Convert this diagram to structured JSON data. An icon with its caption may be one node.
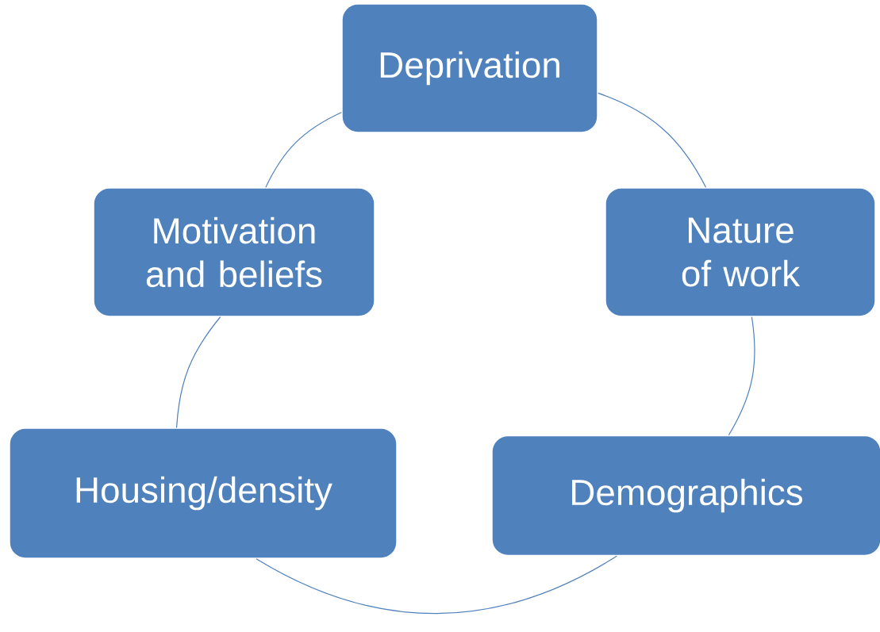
{
  "diagram": {
    "nodes": [
      {
        "text": [
          "Deprivation"
        ]
      },
      {
        "text": [
          "Nature of work"
        ]
      },
      {
        "text": [
          "Demographics"
        ]
      },
      {
        "text": [
          "Housing/density"
        ]
      },
      {
        "text": [
          "Motivation and beliefs"
        ]
      }
    ],
    "edges": [
      {
        "from": 0,
        "to": 1,
        "arrow": "none"
      },
      {
        "from": 1,
        "to": 2,
        "arrow": "none"
      },
      {
        "from": 2,
        "to": 3,
        "arrow": "none"
      },
      {
        "from": 3,
        "to": 4,
        "arrow": "none"
      },
      {
        "from": 4,
        "to": 0,
        "arrow": "none"
      }
    ]
  }
}
